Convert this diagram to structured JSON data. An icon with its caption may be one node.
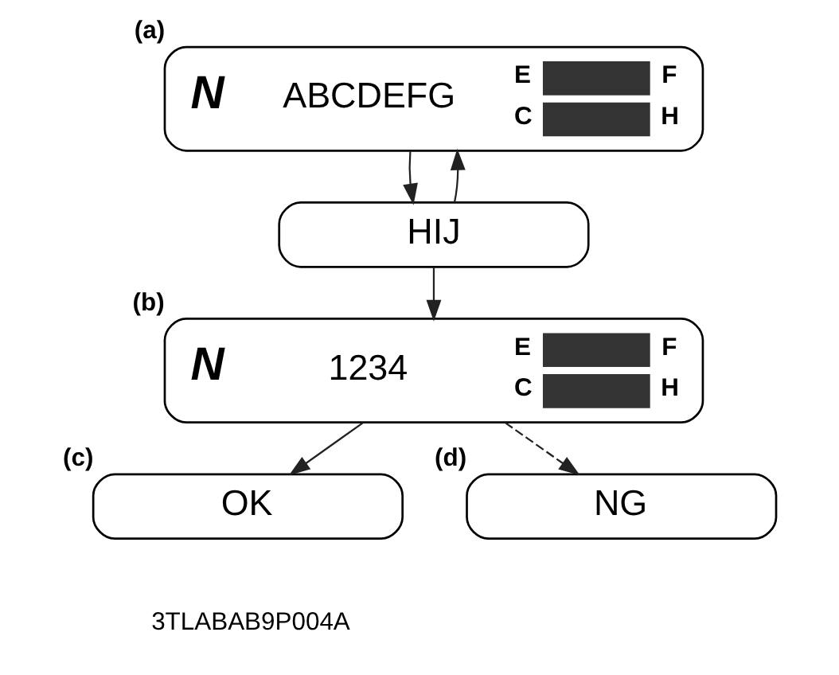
{
  "diagram": {
    "nodes": [
      {
        "text": [
          "N",
          "ABCDEFG",
          "E",
          "F",
          "C",
          "H"
        ],
        "beside": [
          "(a)"
        ]
      },
      {
        "text": [
          "HIJ"
        ]
      },
      {
        "text": [
          "N",
          "1234",
          "E",
          "F",
          "C",
          "H"
        ],
        "beside": [
          "(b)"
        ]
      },
      {
        "text": [
          "OK"
        ],
        "beside": [
          "(c)"
        ]
      },
      {
        "text": [
          "NG"
        ],
        "beside": [
          "(d)"
        ]
      }
    ],
    "edges": [
      {
        "from": 0,
        "to": 1,
        "arrow": "to"
      },
      {
        "from": 1,
        "to": 0,
        "arrow": "to"
      },
      {
        "from": 1,
        "to": 2,
        "arrow": "to"
      },
      {
        "from": 2,
        "to": 3,
        "arrow": "to"
      },
      {
        "from": 2,
        "to": 4,
        "arrow": "to",
        "style": "dashed"
      }
    ],
    "labels": [
      "3TLABAB9P004A"
    ]
  }
}
